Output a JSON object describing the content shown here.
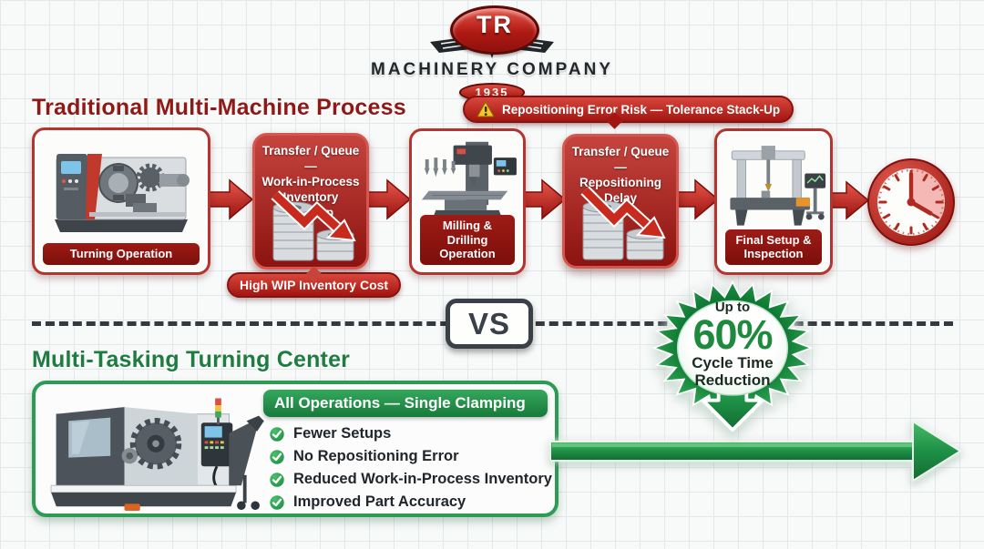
{
  "logo": {
    "initials": "TR",
    "company": "MACHINERY COMPANY",
    "year": "1935"
  },
  "traditional": {
    "title": "Traditional Multi-Machine Process",
    "warning_badge": "Repositioning Error Risk — Tolerance Stack-Up",
    "wip_badge": "High WIP Inventory Cost",
    "steps": [
      {
        "label": "Turning Operation"
      },
      {
        "label": "Transfer / Queue —\nWork-in-Process\nInventory Buildup"
      },
      {
        "label": "Milling & Drilling\nOperation"
      },
      {
        "label": "Transfer / Queue —\nRepositioning Delay"
      },
      {
        "label": "Final Setup &\nInspection"
      }
    ]
  },
  "divider": {
    "vs_label": "VS"
  },
  "cycle_badge": {
    "prefix": "Up to",
    "value": "60%",
    "line2": "Cycle Time",
    "line3": "Reduction"
  },
  "modern": {
    "title": "Multi-Tasking Turning Center",
    "panel_header": "All Operations — Single Clamping",
    "benefits": [
      "Fewer Setups",
      "No Repositioning Error",
      "Reduced Work-in-Process Inventory",
      "Improved Part Accuracy"
    ]
  },
  "colors": {
    "accent_red": "#B02A20",
    "accent_green": "#1E8A44",
    "heading_red": "#8E1A17",
    "heading_green": "#1E7C40"
  }
}
